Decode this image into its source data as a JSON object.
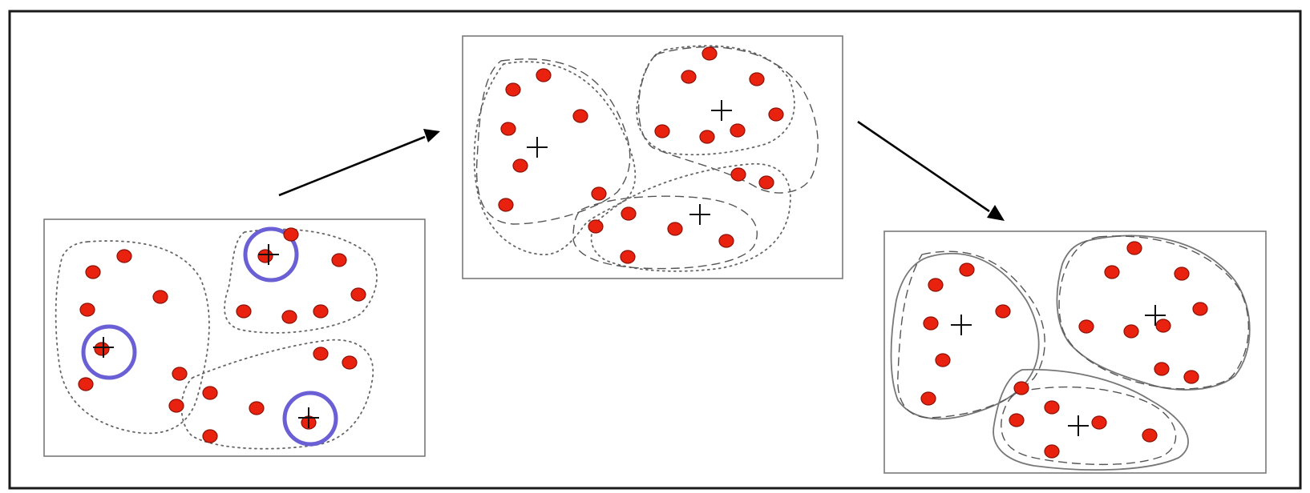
{
  "diagram": {
    "description_visible_text": "",
    "colors": {
      "point": "#e8220f",
      "seed_ring": "#6b5fd6",
      "centroid": "#111111",
      "frame": "#1a1a1a"
    },
    "icons": [
      "arrow-right-up-icon",
      "arrow-right-down-icon",
      "plus-centroid-icon"
    ],
    "panels": [
      {
        "name": "initial-seeds",
        "cluster_count": 3,
        "centroid_count": 3,
        "highlighted_seeds": 3
      },
      {
        "name": "iteration",
        "cluster_count": 3,
        "centroid_count": 3,
        "highlighted_seeds": 0
      },
      {
        "name": "converged",
        "cluster_count": 3,
        "centroid_count": 3,
        "highlighted_seeds": 0
      }
    ]
  }
}
